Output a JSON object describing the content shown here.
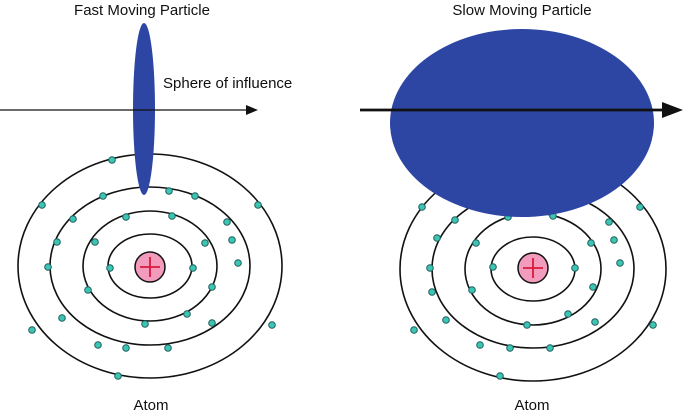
{
  "diagram": {
    "left_title": "Fast Moving Particle",
    "right_title": "Slow Moving Particle",
    "sphere_label": "Sphere of influence",
    "left_atom_label": "Atom",
    "right_atom_label": "Atom"
  },
  "colors": {
    "background": "#ffffff",
    "sphere": "#2e46a3",
    "orbit": "#111111",
    "electron_fill": "#3cc4b5",
    "electron_stroke": "#1f5f5a",
    "nucleus_fill": "#f29bbd",
    "nucleus_stroke": "#111111",
    "nucleus_plus": "#d81a3a",
    "arrow": "#111111"
  },
  "icons": {
    "nucleus": "plus-sign-in-circle",
    "arrow": "right-arrow"
  }
}
